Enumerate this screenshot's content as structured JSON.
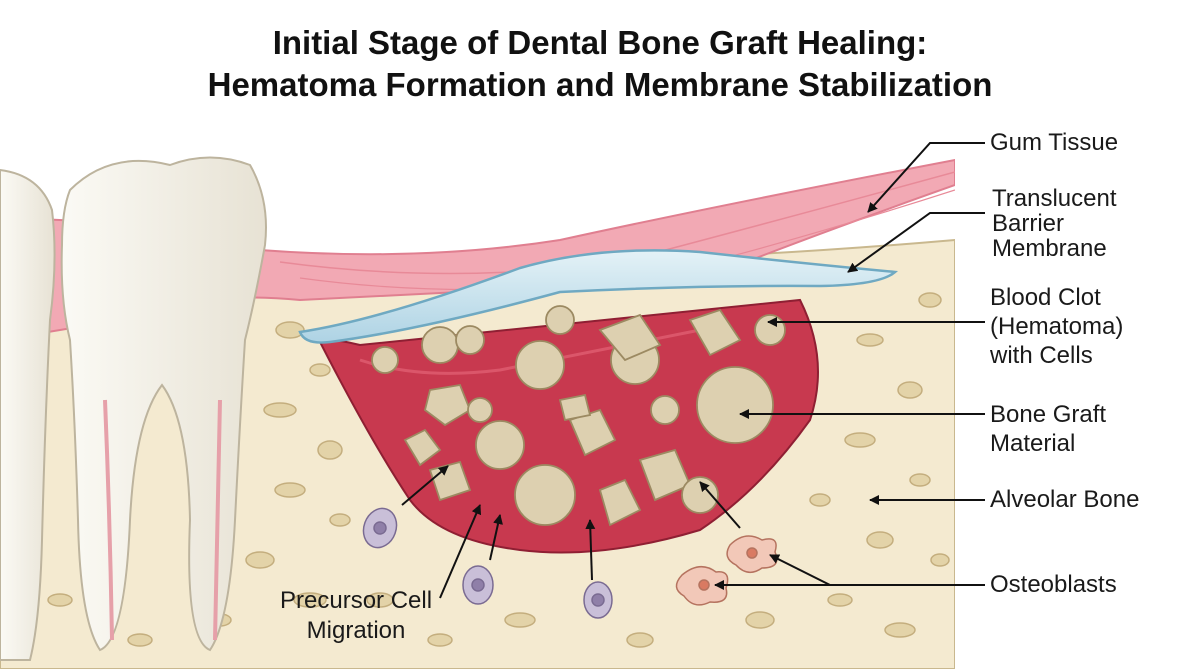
{
  "title": {
    "line1": "Initial Stage of Dental Bone Graft Healing:",
    "line2": "Hematoma Formation and Membrane Stabilization"
  },
  "labels": {
    "gum_tissue": "Gum Tissue",
    "membrane": [
      "Translucent",
      "Barrier",
      "Membrane"
    ],
    "blood_clot": [
      "Blood Clot",
      "(Hematoma)",
      "with Cells"
    ],
    "bone_graft": [
      "Bone Graft",
      "Material"
    ],
    "alveolar_bone": "Alveolar Bone",
    "osteoblasts": "Osteoblasts",
    "precursor": [
      "Precursor Cell",
      "Migration"
    ]
  },
  "colors": {
    "gum": "#f2a9b4",
    "gum_dark": "#e88a98",
    "membrane": "#cfe6f0",
    "clot": "#c8394f",
    "bone": "#f4ead0",
    "graft": "#ddd0b0",
    "tooth": "#f7f5ef",
    "precursor_cell": "#c9bfd8",
    "osteoblast": "#f2c8b8"
  }
}
